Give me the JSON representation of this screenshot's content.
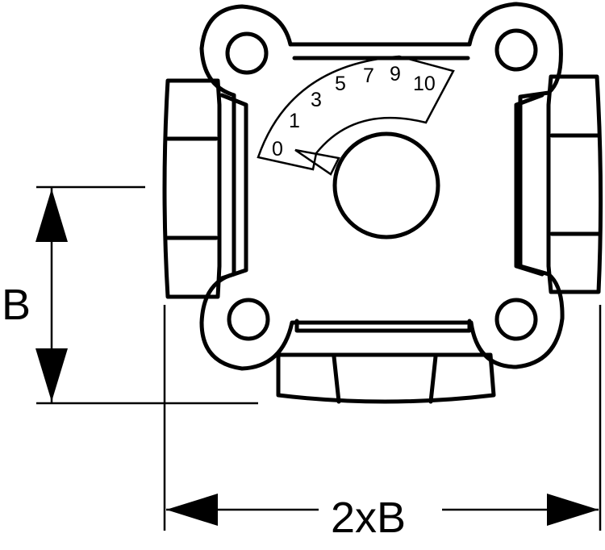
{
  "dimensions": {
    "height_label": "B",
    "width_label": "2xB"
  },
  "scale": {
    "labels": [
      "0",
      "1",
      "3",
      "5",
      "7",
      "9",
      "10"
    ]
  }
}
